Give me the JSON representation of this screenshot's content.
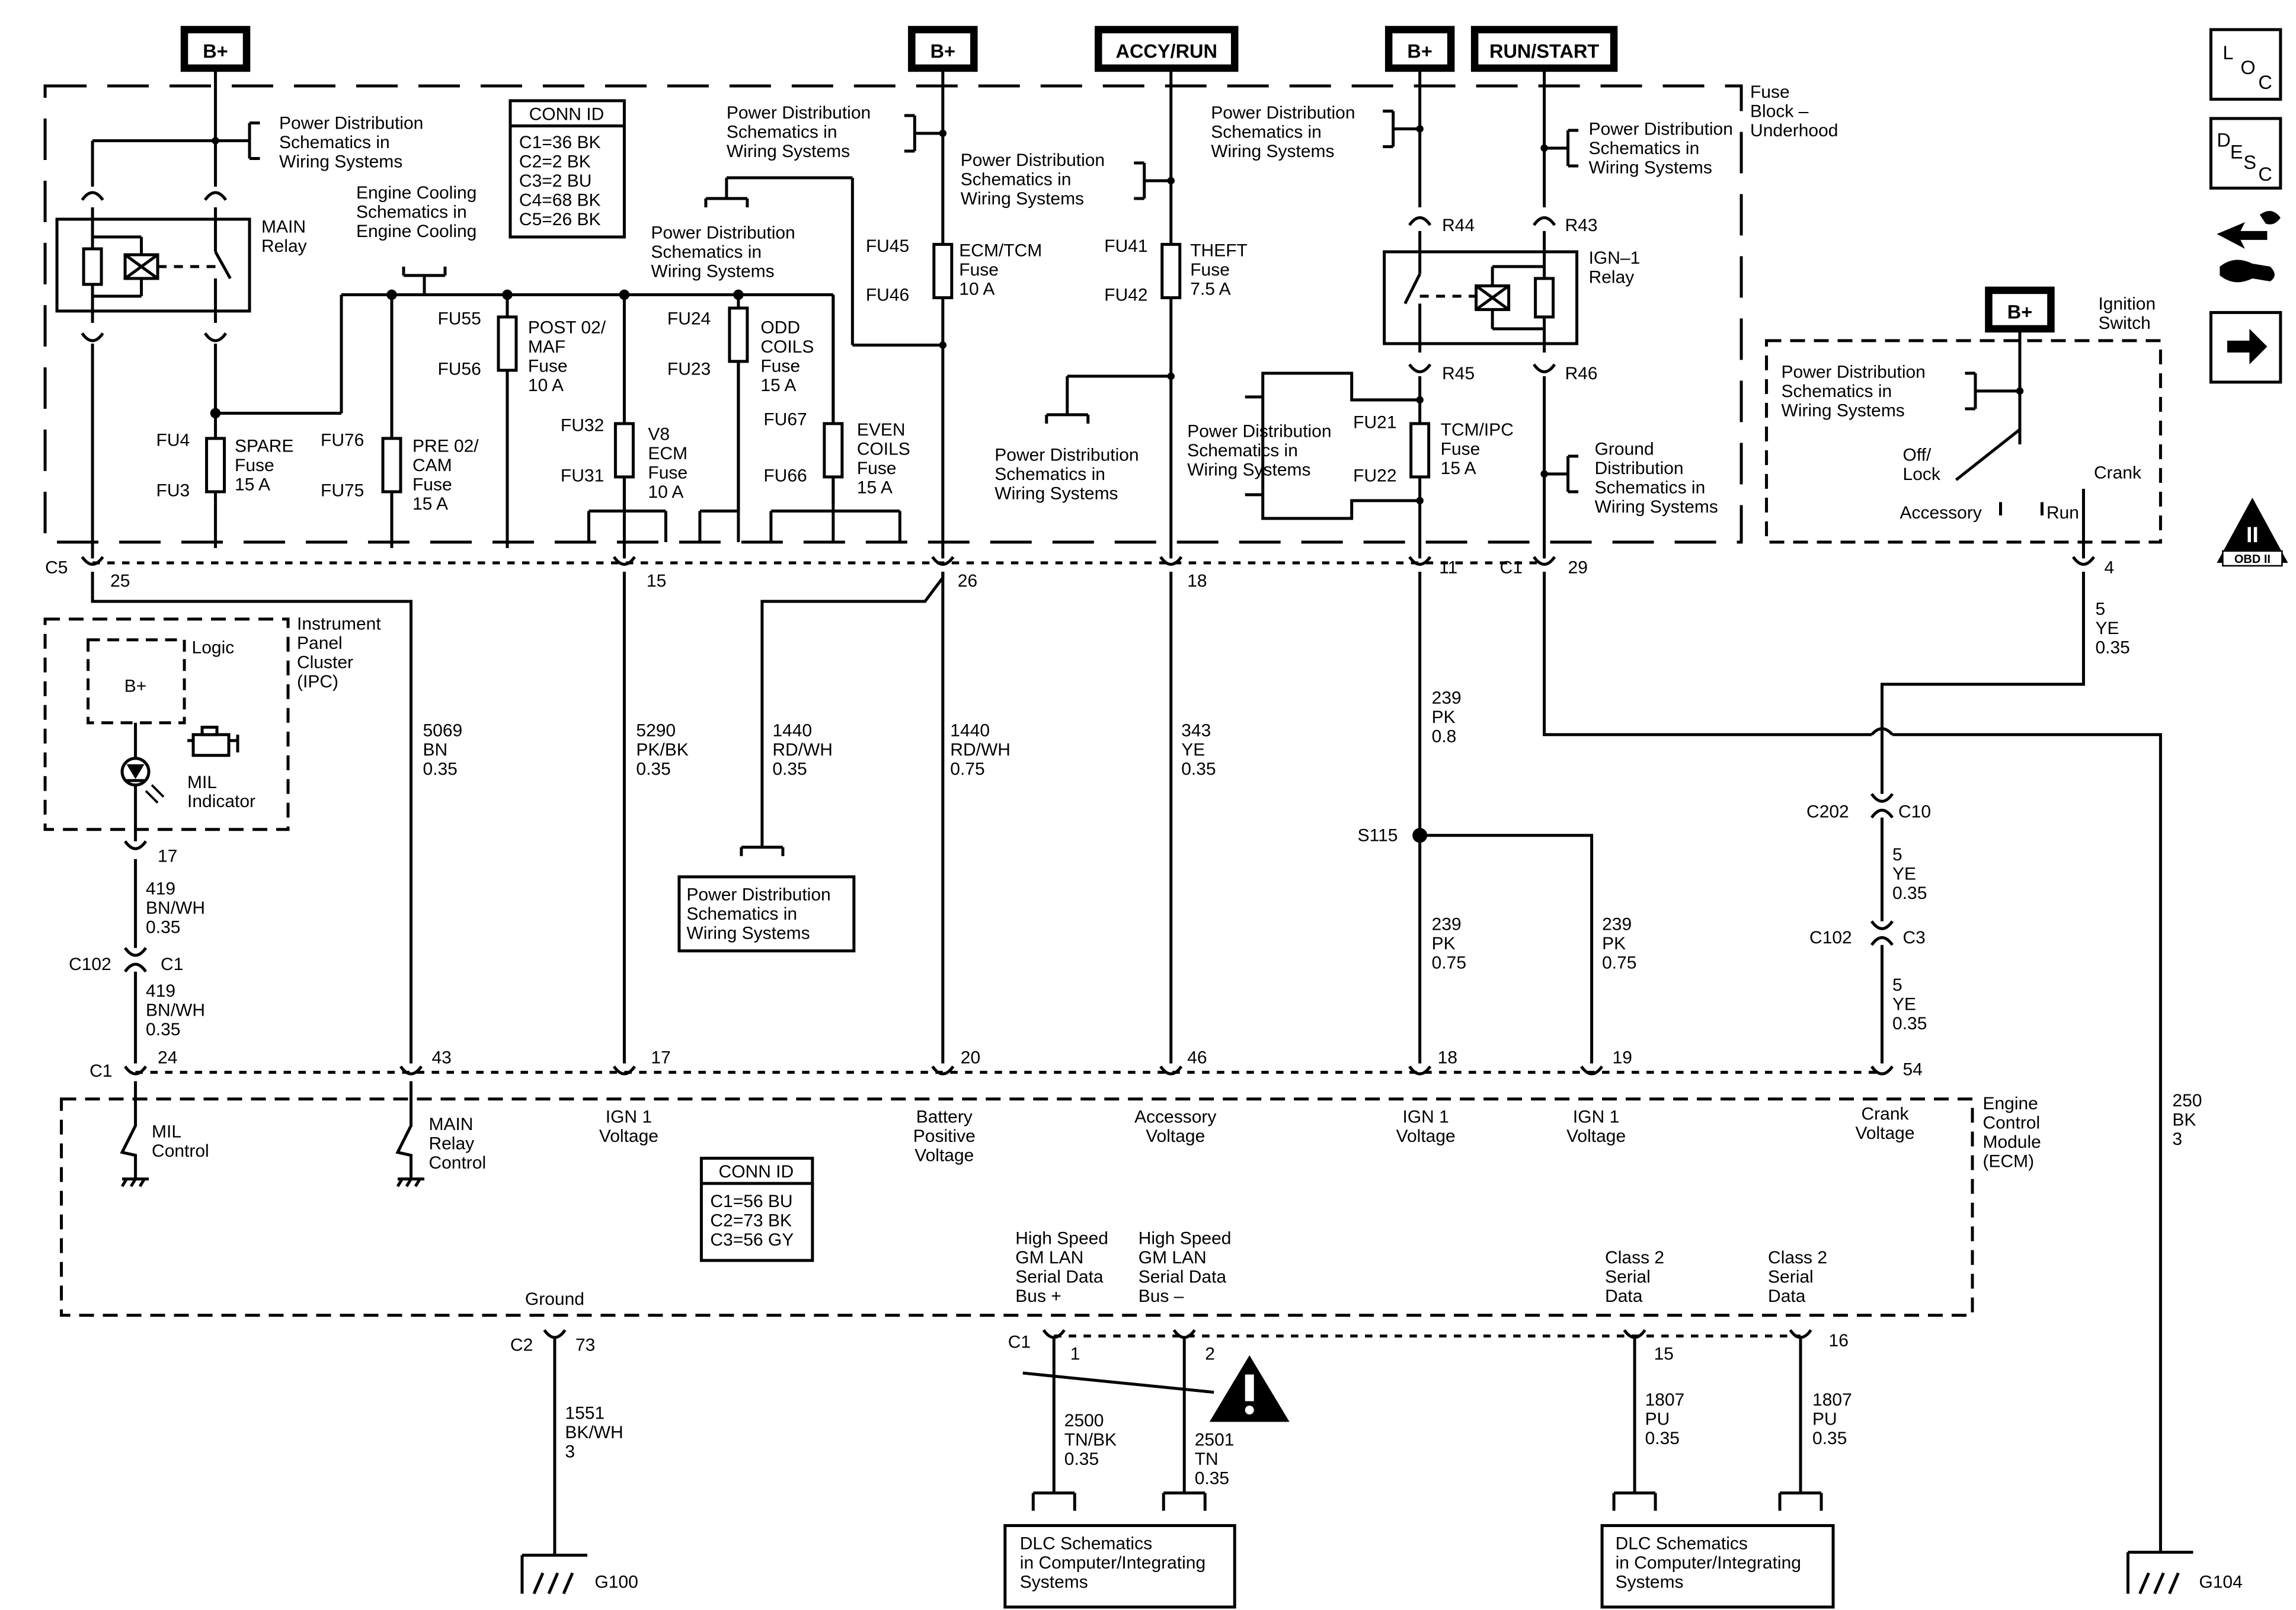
{
  "source_labels": {
    "bplus_1": "B+",
    "bplus_2": "B+",
    "accy_run": "ACCY/RUN",
    "bplus_3": "B+",
    "run_start": "RUN/START",
    "bplus_ign": "B+"
  },
  "icons": {
    "loc": [
      "L",
      "O",
      "C"
    ],
    "desc": [
      "D",
      "E",
      "S",
      "C"
    ],
    "obd": [
      "II",
      "OBD II"
    ]
  },
  "fuse_block": {
    "title": [
      "Fuse",
      "Block –",
      "Underhood"
    ]
  },
  "power_dist_ref": [
    "Power Distribution",
    "Schematics in",
    "Wiring Systems"
  ],
  "power_dist_ref_box": [
    "Power Distribution",
    "Schematics in",
    "Wiring  Systems"
  ],
  "engine_cooling_ref": [
    "Engine Cooling",
    "Schematics in",
    "Engine Cooling"
  ],
  "ground_dist_ref": [
    "Ground",
    "Distribution",
    "Schematics in",
    "Wiring Systems"
  ],
  "dlc_ref": [
    "DLC Schematics",
    "in Computer/Integrating",
    "Systems"
  ],
  "conn_id_fuse": {
    "title": "CONN ID",
    "lines": [
      "C1=36 BK",
      "C2=2 BK",
      "C3=2 BU",
      "C4=68 BK",
      "C5=26 BK"
    ]
  },
  "conn_id_ecm": {
    "title": "CONN ID",
    "lines": [
      "C1=56 BU",
      "C2=73 BK",
      "C3=56 GY"
    ]
  },
  "relays": {
    "main": [
      "MAIN",
      "Relay"
    ],
    "ign1": [
      "IGN–1",
      "Relay"
    ],
    "r43": "R43",
    "r44": "R44",
    "r45": "R45",
    "r46": "R46"
  },
  "fuses": {
    "spare": {
      "top": "FU4",
      "bottom": "FU3",
      "name": [
        "SPARE",
        "Fuse",
        "15 A"
      ]
    },
    "pre02": {
      "top": "FU76",
      "bottom": "FU75",
      "name": [
        "PRE 02/",
        "CAM",
        "Fuse",
        "15 A"
      ]
    },
    "post02": {
      "top": "FU55",
      "bottom": "FU56",
      "name": [
        "POST 02/",
        "MAF",
        "Fuse",
        "10 A"
      ]
    },
    "v8ecm": {
      "top": "FU32",
      "bottom": "FU31",
      "name": [
        "V8",
        "ECM",
        "Fuse",
        "10 A"
      ]
    },
    "odd": {
      "top": "FU24",
      "bottom": "FU23",
      "name": [
        "ODD",
        "COILS",
        "Fuse",
        "15 A"
      ]
    },
    "even": {
      "top": "FU67",
      "bottom": "FU66",
      "name": [
        "EVEN",
        "COILS",
        "Fuse",
        "15 A"
      ]
    },
    "ecmtcm": {
      "top": "FU45",
      "bottom": "FU46",
      "name": [
        "ECM/TCM",
        "Fuse",
        "10 A"
      ]
    },
    "theft": {
      "top": "FU41",
      "bottom": "FU42",
      "name": [
        "THEFT",
        "Fuse",
        "7.5 A"
      ]
    },
    "tcmipc": {
      "top": "FU21",
      "bottom": "FU22",
      "name": [
        "TCM/IPC",
        "Fuse",
        "15 A"
      ]
    }
  },
  "ignition_switch": {
    "title": [
      "Ignition",
      "Switch"
    ],
    "off_lock": [
      "Off/",
      "Lock"
    ],
    "accessory": "Accessory",
    "run": "Run",
    "crank": "Crank"
  },
  "fuse_block_pins": {
    "c5": "C5",
    "c1": "C1",
    "p25": "25",
    "p15": "15",
    "p26": "26",
    "p18": "18",
    "p11": "11",
    "p29": "29",
    "p4": "4"
  },
  "ipc": {
    "title": [
      "Instrument",
      "Panel",
      "Cluster",
      "(IPC)"
    ],
    "logic": "Logic",
    "bplus": "B+",
    "mil": [
      "MIL",
      "Indicator"
    ],
    "pin": "17"
  },
  "wires": {
    "w5069": [
      "5069",
      "BN",
      "0.35"
    ],
    "w5290": [
      "5290",
      "PK/BK",
      "0.35"
    ],
    "w1440a": [
      "1440",
      "RD/WH",
      "0.35"
    ],
    "w1440b": [
      "1440",
      "RD/WH",
      "0.75"
    ],
    "w343": [
      "343",
      "YE",
      "0.35"
    ],
    "w239a": [
      "239",
      "PK",
      "0.8"
    ],
    "w239b": [
      "239",
      "PK",
      "0.75"
    ],
    "w239c": [
      "239",
      "PK",
      "0.75"
    ],
    "w419a": [
      "419",
      "BN/WH",
      "0.35"
    ],
    "w419b": [
      "419",
      "BN/WH",
      "0.35"
    ],
    "w5a": [
      "5",
      "YE",
      "0.35"
    ],
    "w5b": [
      "5",
      "YE",
      "0.35"
    ],
    "w5c": [
      "5",
      "YE",
      "0.35"
    ],
    "w250": [
      "250",
      "BK",
      "3"
    ],
    "w1551": [
      "1551",
      "BK/WH",
      "3"
    ],
    "w2500": [
      "2500",
      "TN/BK",
      "0.35"
    ],
    "w2501": [
      "2501",
      "TN",
      "0.35"
    ],
    "w1807a": [
      "1807",
      "PU",
      "0.35"
    ],
    "w1807b": [
      "1807",
      "PU",
      "0.35"
    ]
  },
  "splice": "S115",
  "inline_connectors": {
    "c102_a": "C102",
    "c1_a": "C1",
    "c202": "C202",
    "c10": "C10",
    "c102_b": "C102",
    "c3": "C3"
  },
  "ecm": {
    "title": [
      "Engine",
      "Control",
      "Module",
      "(ECM)"
    ],
    "c1": "C1",
    "pins": [
      {
        "pin": "24",
        "label": [
          "MIL",
          "Control"
        ]
      },
      {
        "pin": "43",
        "label": [
          "MAIN",
          "Relay",
          "Control"
        ]
      },
      {
        "pin": "17",
        "label": [
          "IGN 1",
          "Voltage"
        ]
      },
      {
        "pin": "20",
        "label": [
          "Battery",
          "Positive",
          "Voltage"
        ]
      },
      {
        "pin": "46",
        "label": [
          "Accessory",
          "Voltage"
        ]
      },
      {
        "pin": "18",
        "label": [
          "IGN 1",
          "Voltage"
        ]
      },
      {
        "pin": "19",
        "label": [
          "IGN 1",
          "Voltage"
        ]
      },
      {
        "pin": "54",
        "label": [
          "Crank",
          "Voltage"
        ]
      }
    ],
    "ground": {
      "label": "Ground",
      "conn": "C2",
      "pin": "73"
    },
    "gmlan_hi": {
      "label": [
        "High Speed",
        "GM LAN",
        "Serial Data",
        "Bus +"
      ],
      "conn": "C1",
      "pin": "1"
    },
    "gmlan_lo": {
      "label": [
        "High Speed",
        "GM LAN",
        "Serial Data",
        "Bus –"
      ],
      "pin": "2"
    },
    "class2_a": {
      "label": [
        "Class 2",
        "Serial",
        "Data"
      ],
      "pin": "15"
    },
    "class2_b": {
      "label": [
        "Class 2",
        "Serial",
        "Data"
      ],
      "pin": "16"
    }
  },
  "grounds": {
    "g100": "G100",
    "g104": "G104"
  }
}
